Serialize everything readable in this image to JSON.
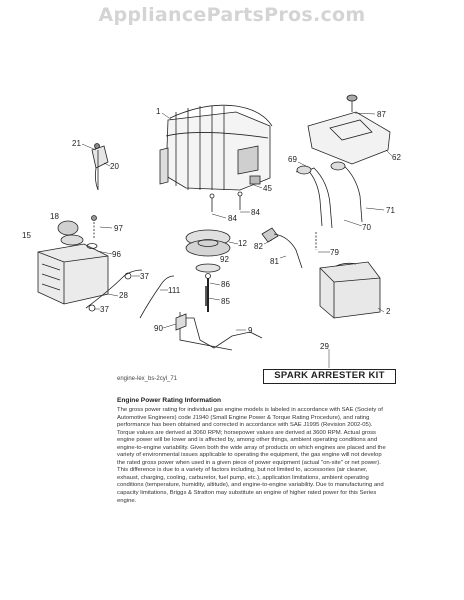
{
  "watermark": "AppliancePartsPros.com",
  "callouts": {
    "c1": "1",
    "c2": "2",
    "c9": "9",
    "c12": "12",
    "c15": "15",
    "c18": "18",
    "c20": "20",
    "c21": "21",
    "c28": "28",
    "c29": "29",
    "c37a": "37",
    "c37b": "37",
    "c45": "45",
    "c62": "62",
    "c69": "69",
    "c70": "70",
    "c71": "71",
    "c79": "79",
    "c81": "81",
    "c82": "82",
    "c84a": "84",
    "c84b": "84",
    "c85": "85",
    "c86": "86",
    "c87": "87",
    "c90": "90",
    "c92": "92",
    "c96": "96",
    "c97": "97",
    "c111": "111"
  },
  "kit_label": "SPARK ARRESTER KIT",
  "figure_label": "engine-lex_bs-2cyl_71",
  "info": {
    "title": "Engine Power Rating Information",
    "body": "The gross power rating for individual gas engine models is labeled in accordance with SAE (Society of Automotive Engineers) code J1940 (Small Engine Power & Torque Rating Procedure), and rating performance has been obtained and corrected in accordance with SAE J1995 (Revision 2002-05). Torque values are derived at 3060 RPM; horsepower values are derived at 3600 RPM. Actual gross engine power will be lower and is affected by, among other things, ambient operating conditions and engine-to-engine variability. Given both the wide array of products on which engines are placed and the variety of environmental issues applicable to operating the equipment, the gas engine will not develop the rated gross power when used in a given piece of power equipment (actual \"on-site\" or net power). This difference is due to a variety of factors including, but not limited to, accessories (air cleaner, exhaust, charging, cooling, carburetor, fuel pump, etc.), application limitations, ambient operating conditions (temperature, humidity, altitude), and engine-to-engine variability. Due to manufacturing and capacity limitations, Briggs & Stratton may substitute an engine of higher rated power for this Series engine."
  }
}
